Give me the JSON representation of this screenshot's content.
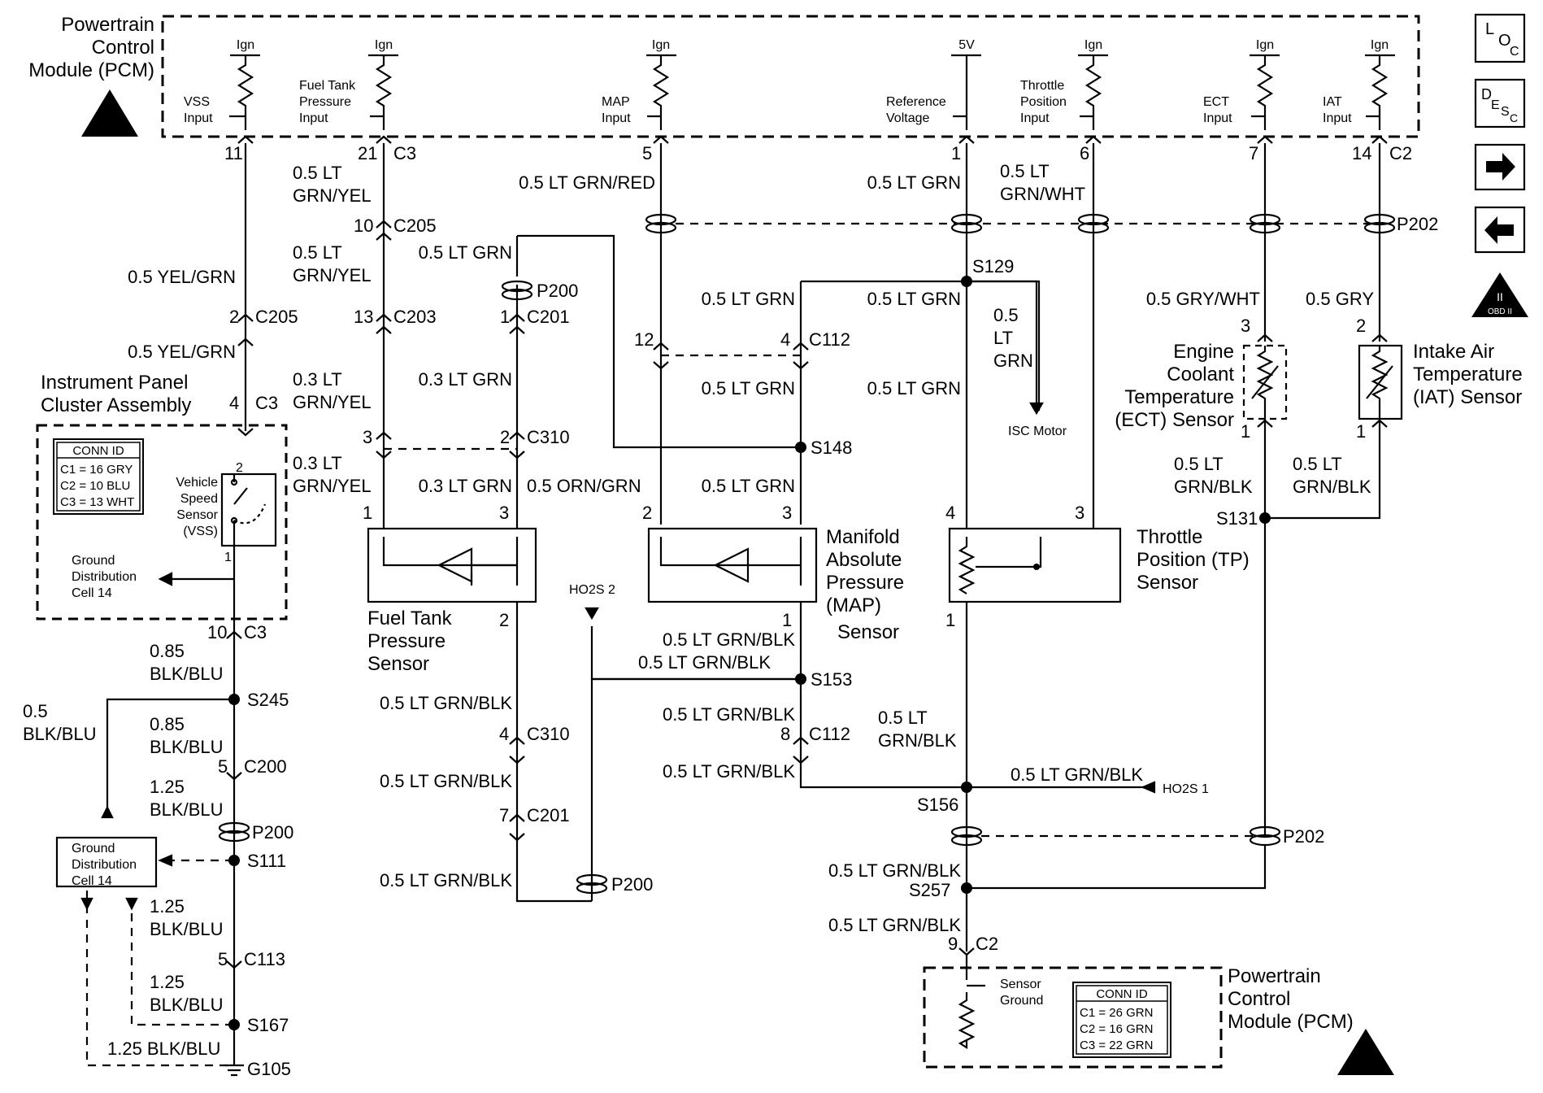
{
  "pcm_top": {
    "title_lines": [
      "Powertrain",
      "Control",
      "Module (PCM)"
    ],
    "feeds": [
      "Ign",
      "Ign",
      "Ign",
      "5V",
      "Ign",
      "Ign",
      "Ign"
    ],
    "inputs": {
      "vss": [
        "VSS",
        "Input"
      ],
      "ftp": [
        "Fuel Tank",
        "Pressure",
        "Input"
      ],
      "map": [
        "MAP",
        "Input"
      ],
      "ref": [
        "Reference",
        "Voltage"
      ],
      "tp": [
        "Throttle",
        "Position",
        "Input"
      ],
      "ect": [
        "ECT",
        "Input"
      ],
      "iat": [
        "IAT",
        "Input"
      ]
    }
  },
  "pins": {
    "p11": "11",
    "p21": "21",
    "c3": "C3",
    "p5": "5",
    "p1": "1",
    "p6": "6",
    "p7": "7",
    "p14": "14",
    "c2": "C2",
    "p10_c205": "10",
    "c205": "C205",
    "p2_c205": "2",
    "c205b": "C205",
    "p13": "13",
    "c203": "C203",
    "p1_c201": "1",
    "c201": "C201",
    "p12": "12",
    "p4_c112": "4",
    "c112": "C112",
    "p4_c3": "4",
    "c3b": "C3",
    "p3_c310": "3",
    "p2_c310": "2",
    "c310": "C310",
    "vss_pin2": "2",
    "vss_pin1": "1",
    "ftp_1": "1",
    "ftp_3": "3",
    "ftp_2": "2",
    "map_2": "2",
    "map_3": "3",
    "map_1": "1",
    "tp_4": "4",
    "tp_3": "3",
    "tp_1": "1",
    "ect_3": "3",
    "ect_1": "1",
    "iat_2": "2",
    "iat_1": "1",
    "p10_c3": "10",
    "c3c": "C3",
    "p4_c310": "4",
    "c310b": "C310",
    "p8_c112": "8",
    "c112b": "C112",
    "p5_c200": "5",
    "c200": "C200",
    "p7_c201": "7",
    "c201b": "C201",
    "p5_c113": "5",
    "c113": "C113",
    "p9_c2": "9",
    "c2b": "C2"
  },
  "splices": {
    "p202_top": "P202",
    "s129": "S129",
    "p200_top": "P200",
    "s148": "S148",
    "s131": "S131",
    "s153": "S153",
    "s156": "S156",
    "p202_bot": "P202",
    "s257": "S257",
    "s245": "S245",
    "p200_left": "P200",
    "s111": "S111",
    "s167": "S167",
    "g105": "G105",
    "p200_bot": "P200"
  },
  "wires": {
    "vss_1": "0.5 YEL/GRN",
    "vss_2": "0.5 YEL/GRN",
    "ftp_1": [
      "0.5 LT",
      "GRN/YEL"
    ],
    "ftp_2": [
      "0.5 LT",
      "GRN/YEL"
    ],
    "ftp_3": [
      "0.3 LT",
      "GRN/YEL"
    ],
    "ftp_4": [
      "0.3 LT",
      "GRN/YEL"
    ],
    "ref_p200": "0.5 LT GRN",
    "ref_c201": "0.3 LT GRN",
    "ref_ftp": "0.3 LT GRN",
    "ftp_sig": "0.5 ORN/GRN",
    "map_sig": "0.5 LT GRN/RED",
    "ref_pcm": "0.5 LT GRN",
    "ref_s129a": "0.5 LT GRN",
    "ref_s129b": "0.5 LT GRN",
    "ref_c112": "0.5 LT GRN",
    "ref_tp": "0.5 LT GRN",
    "ref_map": "0.5 LT GRN",
    "isc": [
      "0.5",
      "LT",
      "GRN"
    ],
    "tp_sig": [
      "0.5 LT",
      "GRN/WHT"
    ],
    "ect_sig": "0.5 GRY/WHT",
    "iat_sig": "0.5 GRY",
    "ect_gnd": [
      "0.5 LT",
      "GRN/BLK"
    ],
    "iat_gnd": [
      "0.5 LT",
      "GRN/BLK"
    ],
    "gnd_ho2s2": "0.5 LT GRN/BLK",
    "gnd_map": "0.5 LT GRN/BLK",
    "gnd_c310": "0.5 LT GRN/BLK",
    "gnd_c201": "0.5 LT GRN/BLK",
    "gnd_p200": "0.5 LT GRN/BLK",
    "gnd_s153": "0.5 LT GRN/BLK",
    "gnd_c112": "0.5 LT GRN/BLK",
    "gnd_tp": [
      "0.5 LT",
      "GRN/BLK"
    ],
    "gnd_ho2s1": "0.5 LT GRN/BLK",
    "gnd_s257a": "0.5 LT GRN/BLK",
    "gnd_s257b": "0.5 LT GRN/BLK",
    "blk_1": [
      "0.85",
      "BLK/BLU"
    ],
    "blk_2": [
      "0.85",
      "BLK/BLU"
    ],
    "blk_3": [
      "1.25",
      "BLK/BLU"
    ],
    "blk_4": [
      "1.25",
      "BLK/BLU"
    ],
    "blk_5": [
      "1.25",
      "BLK/BLU"
    ],
    "blk_6": "1.25 BLK/BLU",
    "blk_side": [
      "0.5",
      "BLK/BLU"
    ]
  },
  "components": {
    "ipc": [
      "Instrument Panel",
      "Cluster Assembly"
    ],
    "vss": [
      "Vehicle",
      "Speed",
      "Sensor",
      "(VSS)"
    ],
    "ground_dist": [
      "Ground",
      "Distribution",
      "Cell 14"
    ],
    "ground_dist_box": [
      "Ground",
      "Distribution",
      "Cell 14"
    ],
    "ftp": [
      "Fuel Tank",
      "Pressure",
      "Sensor"
    ],
    "map": [
      "Manifold",
      "Absolute",
      "Pressure",
      "(MAP)",
      "Sensor"
    ],
    "tp": [
      "Throttle",
      "Position (TP)",
      "Sensor"
    ],
    "ect": [
      "Engine",
      "Coolant",
      "Temperature",
      "(ECT) Sensor"
    ],
    "iat": [
      "Intake Air",
      "Temperature",
      "(IAT) Sensor"
    ],
    "isc": "ISC Motor",
    "ho2s2": "HO2S 2",
    "ho2s1": "HO2S 1",
    "sensor_ground": [
      "Sensor",
      "Ground"
    ],
    "pcm_bottom": [
      "Powertrain",
      "Control",
      "Module (PCM)"
    ]
  },
  "conn_ids": {
    "ipc": {
      "title": "CONN ID",
      "rows": [
        "C1 = 16 GRY",
        "C2 = 10 BLU",
        "C3 = 13 WHT"
      ]
    },
    "pcm": {
      "title": "CONN ID",
      "rows": [
        "C1 = 26 GRN",
        "C2 = 16 GRN",
        "C3 = 22 GRN"
      ]
    }
  },
  "nav": {
    "loc": [
      "L",
      "O",
      "C"
    ],
    "desc": [
      "D",
      "E",
      "S",
      "C"
    ],
    "obd": [
      "II",
      "OBD II"
    ],
    "next_icon": "arrow-right-icon",
    "prev_icon": "arrow-left-icon"
  }
}
